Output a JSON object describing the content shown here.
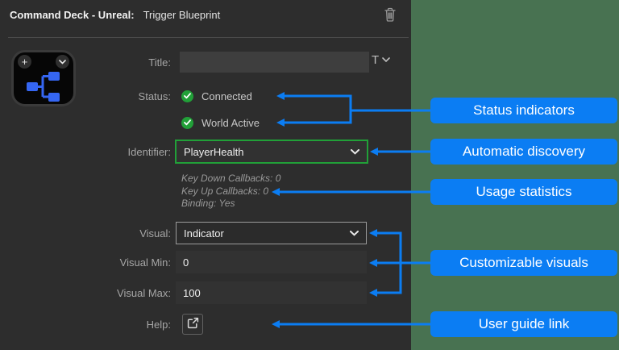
{
  "header": {
    "app_title": "Command Deck - Unreal:",
    "blueprint_name": "Trigger Blueprint"
  },
  "form": {
    "title_label": "Title:",
    "title_value": "",
    "status_label": "Status:",
    "status_items": [
      {
        "label": "Connected",
        "state": "ok"
      },
      {
        "label": "World Active",
        "state": "ok"
      }
    ],
    "identifier_label": "Identifier:",
    "identifier_value": "PlayerHealth",
    "stats_lines": [
      "Key Down Callbacks: 0",
      "Key Up Callbacks: 0",
      "Binding: Yes"
    ],
    "visual_label": "Visual:",
    "visual_value": "Indicator",
    "visual_min_label": "Visual Min:",
    "visual_min_value": "0",
    "visual_max_label": "Visual Max:",
    "visual_max_value": "100",
    "help_label": "Help:"
  },
  "annotations": [
    "Status indicators",
    "Automatic discovery",
    "Usage statistics",
    "Customizable visuals",
    "User guide link"
  ],
  "colors": {
    "accent_blue": "#0b7df3",
    "status_green": "#21a038",
    "identifier_border_green": "#21a038",
    "background_green": "#487251",
    "panel_dark": "#2d2d2d",
    "node_icon_blue": "#3566f2"
  }
}
